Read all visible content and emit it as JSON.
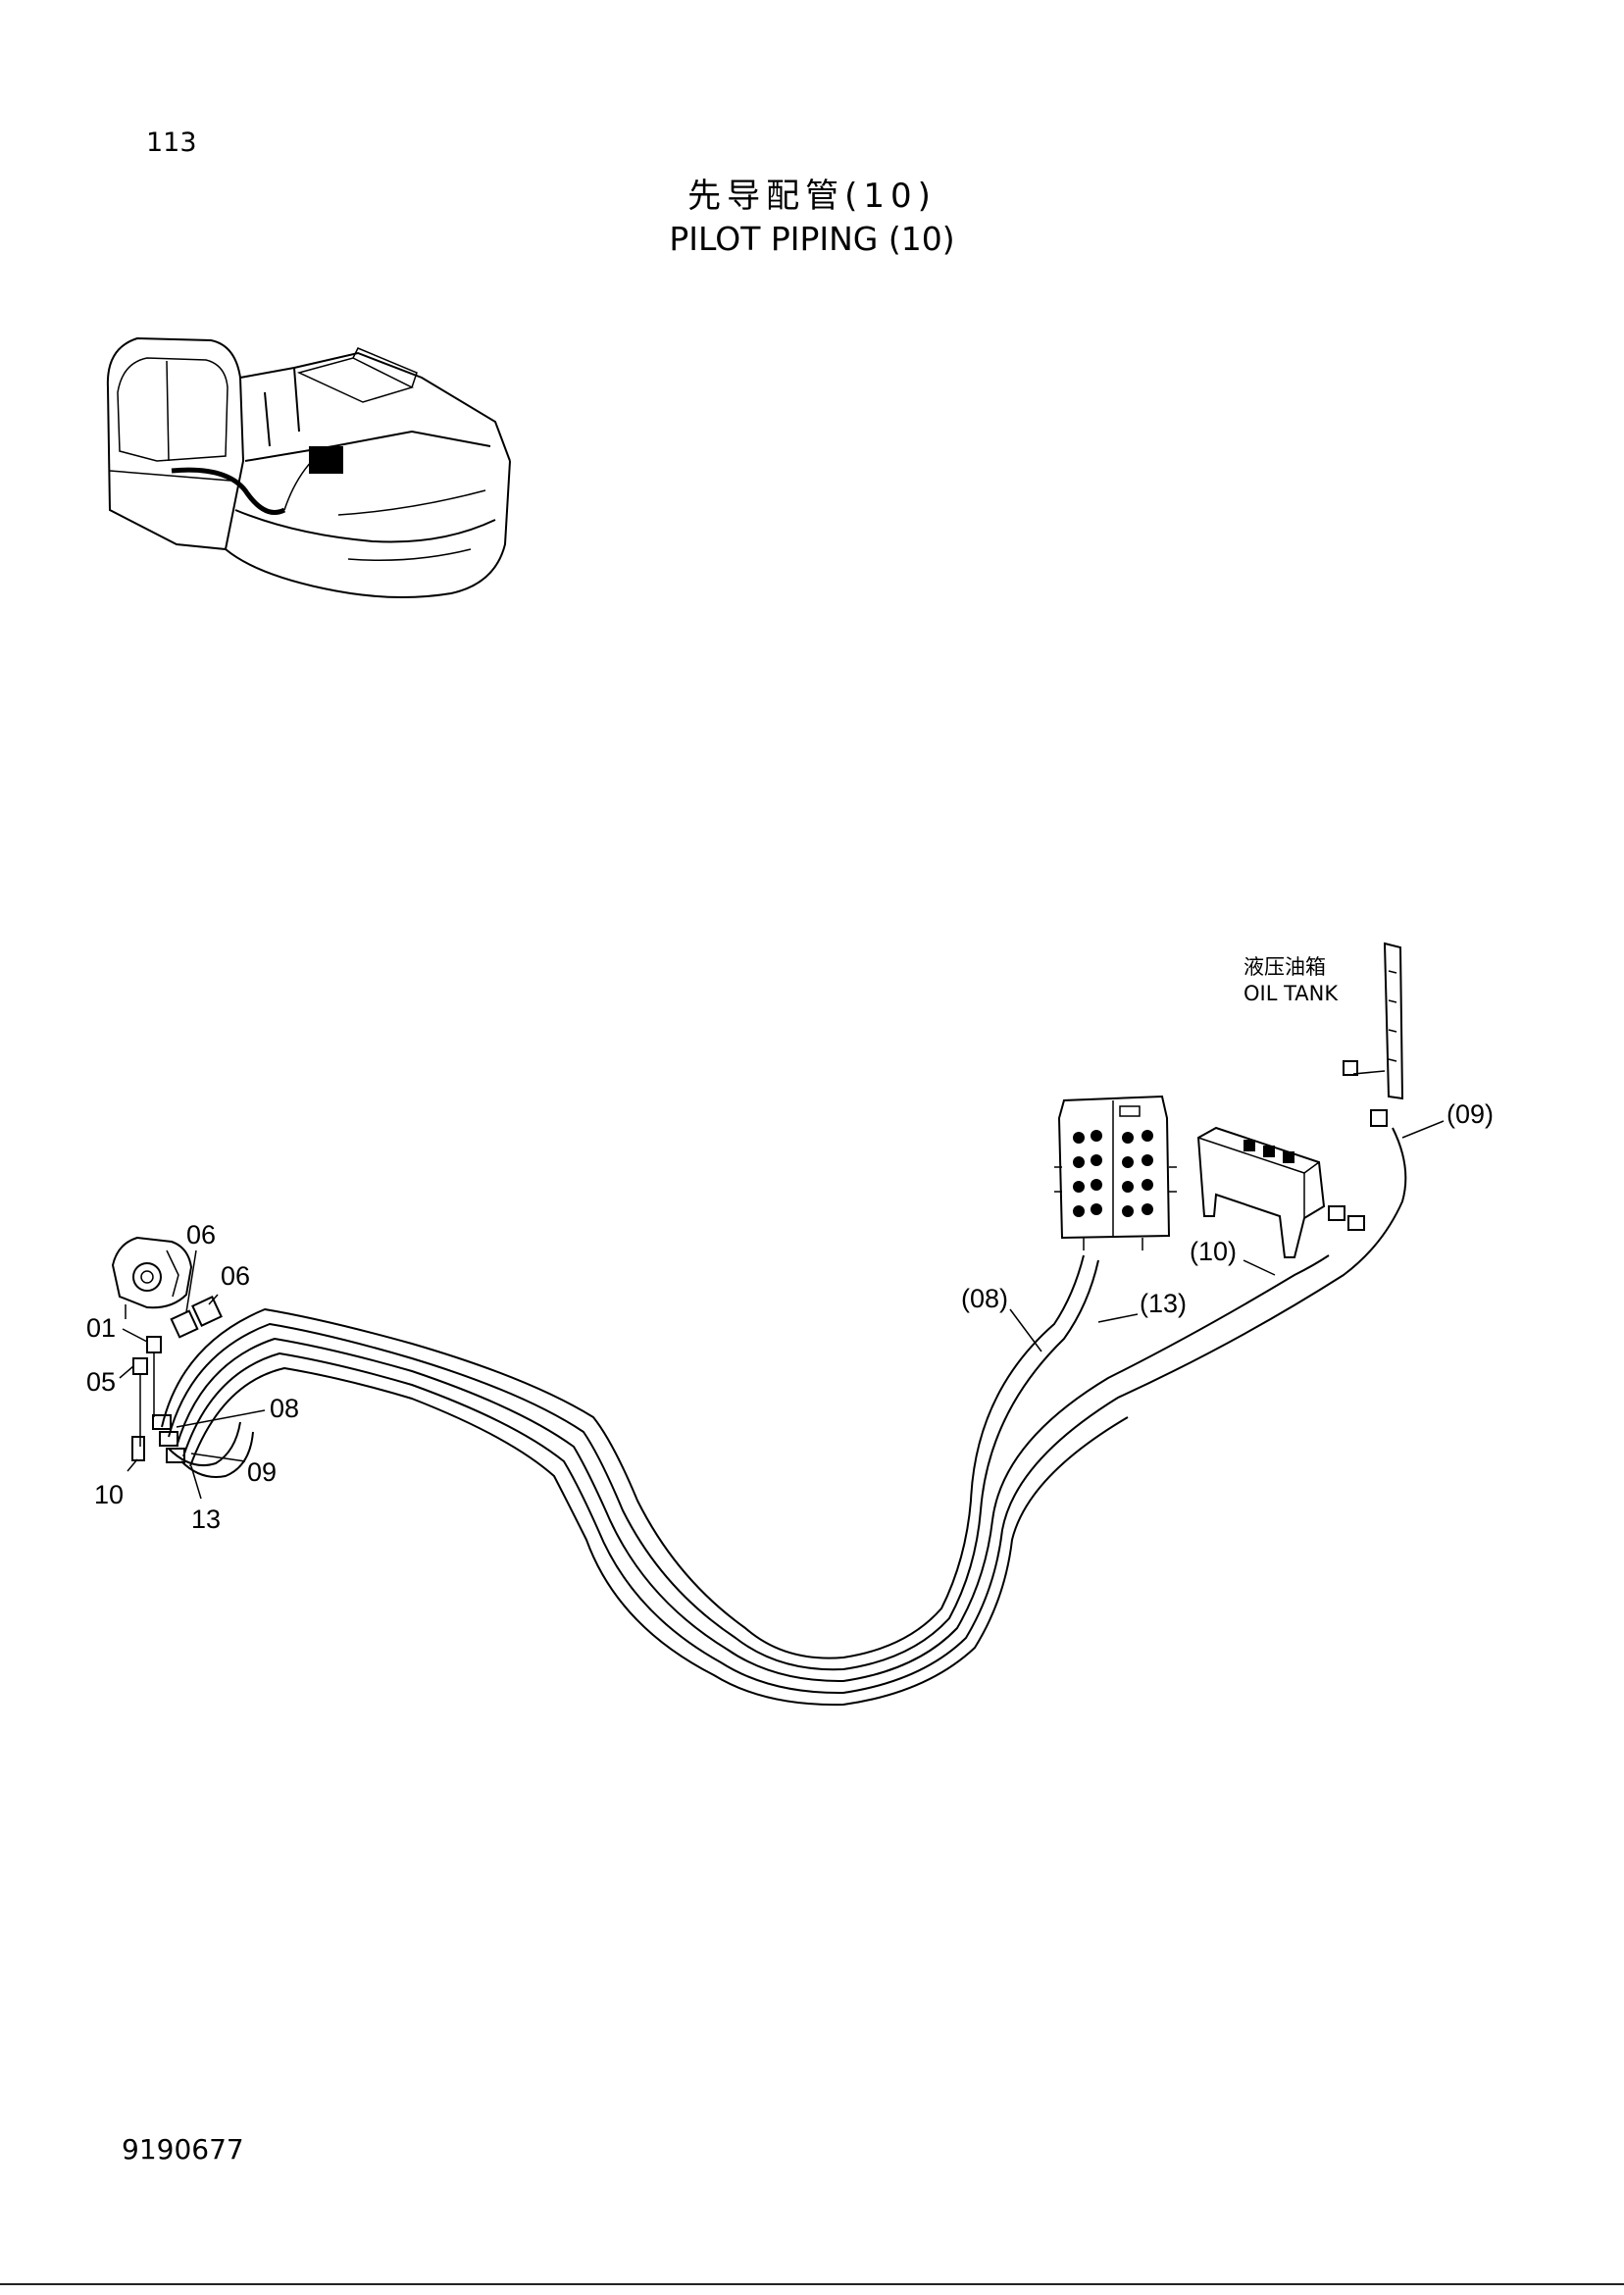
{
  "header": {
    "page_number": "113",
    "title_cn": "先导配管(10)",
    "title_en": "PILOT PIPING (10)"
  },
  "footer": {
    "doc_code": "9190677"
  },
  "callouts": {
    "c06a": "06",
    "c06b": "06",
    "c01": "01",
    "c05": "05",
    "c08": "08",
    "c09": "09",
    "c10": "10",
    "c13": "13",
    "p08": "(08)",
    "p13": "(13)",
    "p10": "(10)",
    "p09": "(09)"
  },
  "oil_tank": {
    "label_cn": "液压油箱",
    "label_en": "OIL TANK"
  }
}
